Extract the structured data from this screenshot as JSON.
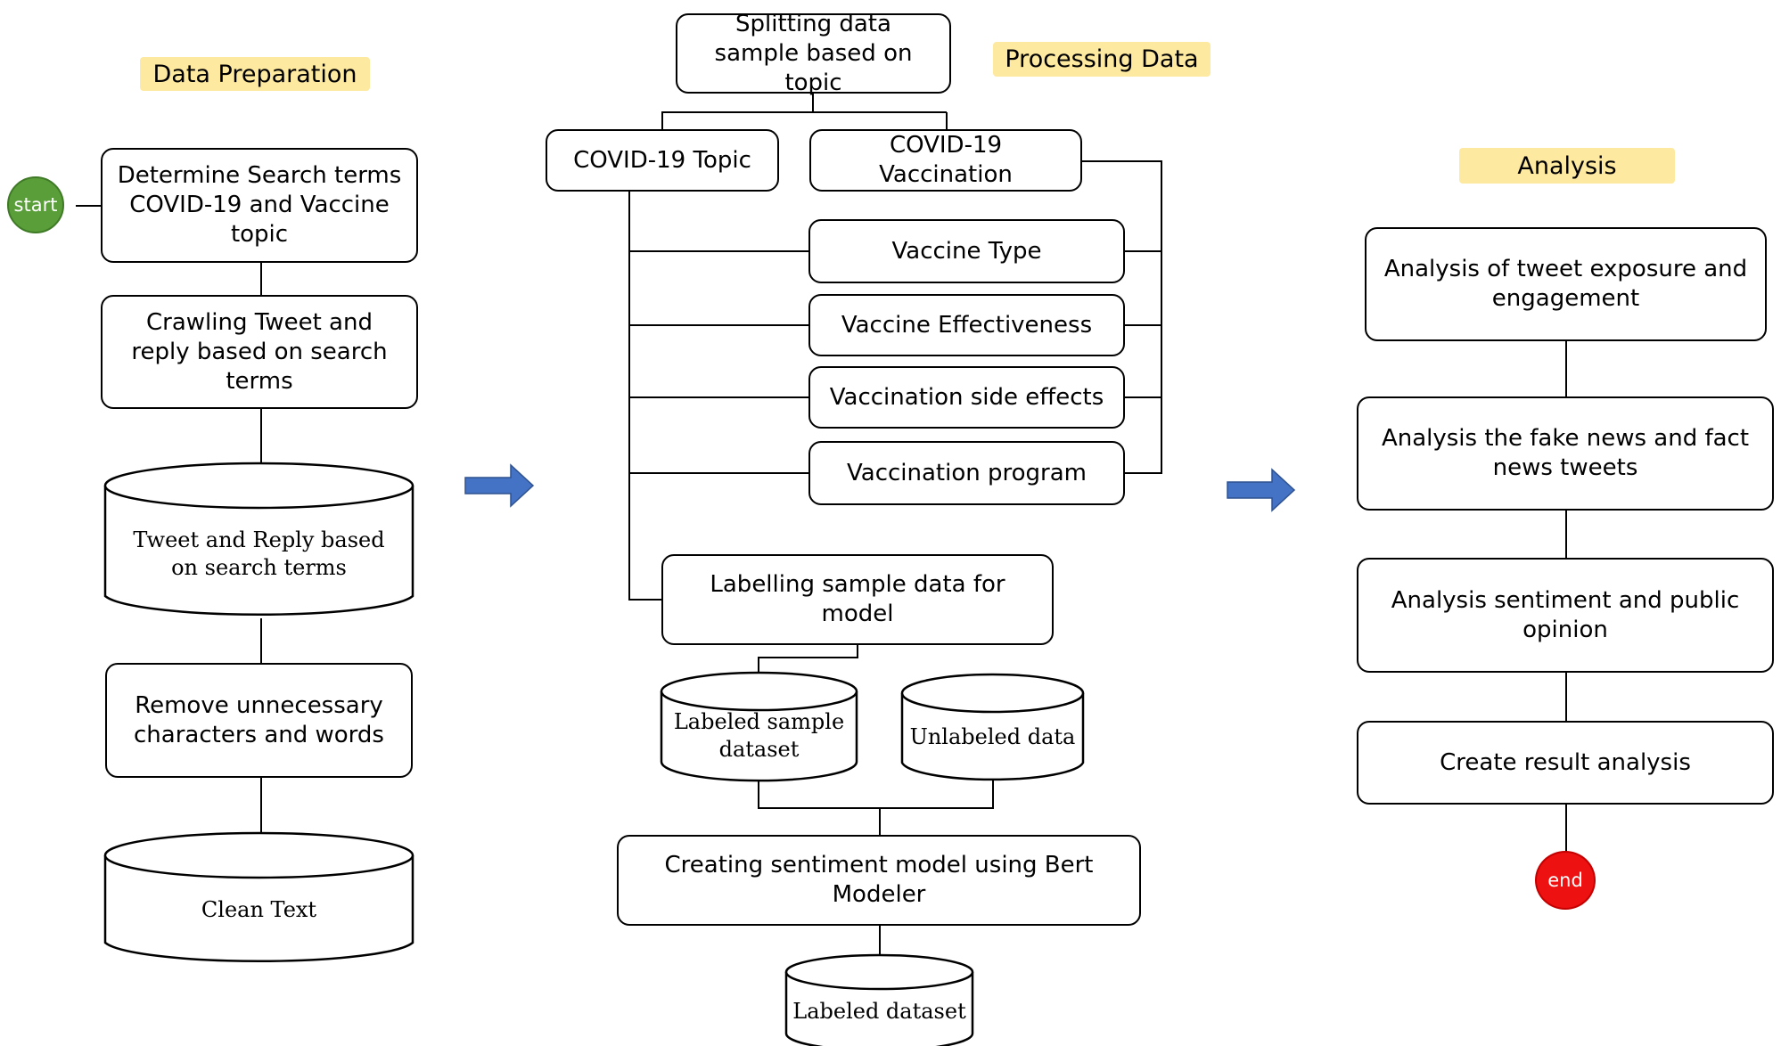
{
  "colors": {
    "label_bg": "#fde9a0",
    "start": "#5a9e3a",
    "end": "#ee1111",
    "arrow": "#4472c4",
    "stroke": "#000000"
  },
  "sections": {
    "preparation": "Data Preparation",
    "processing": "Processing Data",
    "analysis": "Analysis"
  },
  "terminals": {
    "start": "start",
    "end": "end"
  },
  "preparation": {
    "search_terms": "Determine Search terms COVID-19 and Vaccine topic",
    "crawling": "Crawling Tweet and reply based on search terms",
    "tweet_db": "Tweet and Reply based on search terms",
    "remove": "Remove unnecessary characters and words",
    "clean_db": "Clean Text"
  },
  "processing": {
    "splitting": "Splitting data sample based on topic",
    "covid_topic": "COVID-19 Topic",
    "vaccination_topic": "COVID-19 Vaccination",
    "vaccine_type": "Vaccine Type",
    "vaccine_effectiveness": "Vaccine Effectiveness",
    "side_effects": "Vaccination side effects",
    "program": "Vaccination program",
    "labelling": "Labelling sample data for model",
    "labeled_sample_db": "Labeled sample dataset",
    "unlabeled_db": "Unlabeled data",
    "bert_model": "Creating sentiment model using Bert Modeler",
    "labeled_db": "Labeled dataset"
  },
  "analysis": {
    "exposure": "Analysis of tweet exposure and engagement",
    "fake_news": "Analysis the fake news and fact news tweets",
    "sentiment": "Analysis sentiment and public opinion",
    "result": "Create result analysis"
  }
}
